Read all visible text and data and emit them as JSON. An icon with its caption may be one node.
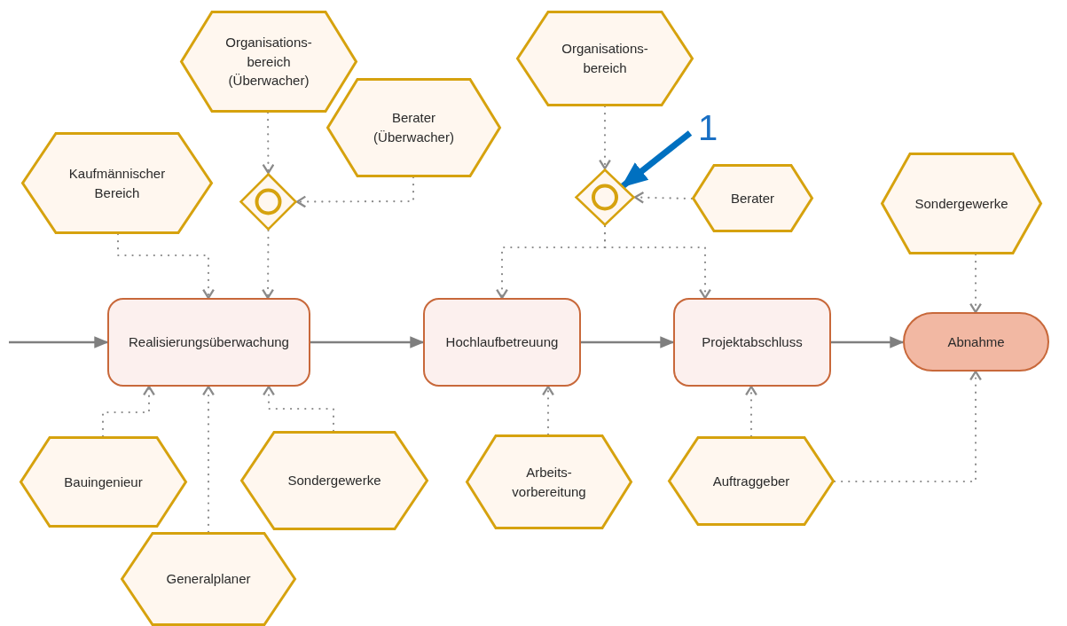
{
  "diagram": {
    "nodes": [
      {
        "text": [
          "Organisations- bereich (Überwacher)"
        ]
      },
      {
        "text": [
          "Berater (Überwacher)"
        ]
      },
      {
        "text": [
          "Kaufmännischer Bereich"
        ]
      },
      {
        "text": [],
        "shape": "diamond"
      },
      {
        "text": [
          "Organisations- bereich"
        ]
      },
      {
        "text": [],
        "shape": "diamond"
      },
      {
        "text": [
          "Berater"
        ]
      },
      {
        "text": [
          "Sondergewerke"
        ]
      },
      {
        "text": [
          "Realisierungsüberwachung"
        ]
      },
      {
        "text": [
          "Hochlaufbetreuung"
        ]
      },
      {
        "text": [
          "Projektabschluss"
        ]
      },
      {
        "text": [
          "Abnahme"
        ]
      },
      {
        "text": [
          "Bauingenieur"
        ]
      },
      {
        "text": [
          "Sondergewerke"
        ]
      },
      {
        "text": [
          "Arbeits- vorbereitung"
        ]
      },
      {
        "text": [
          "Auftraggeber"
        ]
      },
      {
        "text": [
          "Generalplaner"
        ]
      },
      {
        "text": [
          "1"
        ]
      }
    ],
    "edges": [
      {
        "from": null,
        "to": 8,
        "arrow": "to"
      },
      {
        "from": 8,
        "to": 9,
        "arrow": "to"
      },
      {
        "from": 9,
        "to": 10,
        "arrow": "to"
      },
      {
        "from": 10,
        "to": 11,
        "arrow": "to"
      },
      {
        "from": 0,
        "to": 3,
        "arrow": "to",
        "style": "dashed"
      },
      {
        "from": 1,
        "to": 3,
        "arrow": "to",
        "style": "dashed"
      },
      {
        "from": 3,
        "to": 8,
        "arrow": "to",
        "style": "dashed"
      },
      {
        "from": 2,
        "to": 8,
        "arrow": "to",
        "style": "dashed"
      },
      {
        "from": 12,
        "to": 8,
        "arrow": "to",
        "style": "dashed"
      },
      {
        "from": 16,
        "to": 8,
        "arrow": "to",
        "style": "dashed"
      },
      {
        "from": 13,
        "to": 8,
        "arrow": "to",
        "style": "dashed"
      },
      {
        "from": 4,
        "to": 5,
        "arrow": "to",
        "style": "dashed"
      },
      {
        "from": 6,
        "to": 5,
        "arrow": "to",
        "style": "dashed"
      },
      {
        "from": 5,
        "to": 9,
        "arrow": "to",
        "style": "dashed"
      },
      {
        "from": 5,
        "to": 10,
        "arrow": "to",
        "style": "dashed"
      },
      {
        "from": 7,
        "to": 11,
        "arrow": "to",
        "style": "dashed"
      },
      {
        "from": 14,
        "to": 9,
        "arrow": "to",
        "style": "dashed"
      },
      {
        "from": 15,
        "to": 10,
        "arrow": "to",
        "style": "dashed"
      },
      {
        "from": 15,
        "to": 11,
        "arrow": "to",
        "style": "dashed"
      },
      {
        "from": 17,
        "to": 5,
        "arrow": "to",
        "style": "thick",
        "color": "#0070c0"
      }
    ]
  }
}
